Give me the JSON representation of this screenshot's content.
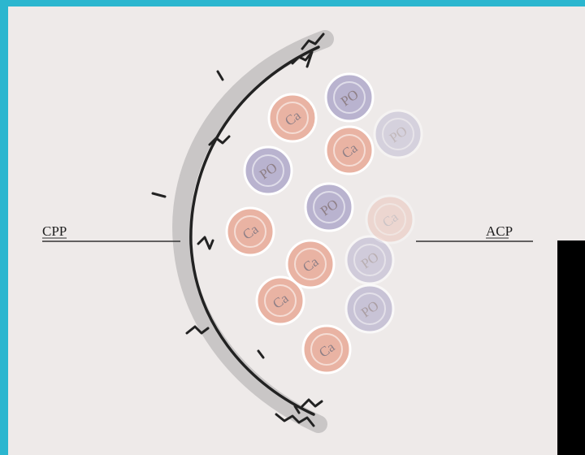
{
  "labels": {
    "left": "CPP",
    "right": "ACP"
  },
  "beads": [
    {
      "text": "Ca",
      "color": "#e9b3a3"
    },
    {
      "text": "PO",
      "color": "#b9b3cf"
    },
    {
      "text": "Ca",
      "color": "#e9b3a3"
    },
    {
      "text": "PO",
      "color": "#b9b3cf"
    },
    {
      "text": "PO",
      "color": "#b9b3cf"
    },
    {
      "text": "Ca",
      "color": "#e9b3a3"
    },
    {
      "text": "Ca",
      "color": "#e9b3a3"
    },
    {
      "text": "PO",
      "color": "#b9b3cf"
    },
    {
      "text": "Ca",
      "color": "#e9b3a3"
    },
    {
      "text": "PO",
      "color": "#b9b3cf"
    },
    {
      "text": "Ca",
      "color": "#e9b3a3"
    },
    {
      "text": "PO",
      "color": "#b9b3cf"
    },
    {
      "text": "Ca",
      "color": "#e9b3a3"
    }
  ],
  "colors": {
    "frame_border": "#2bb6cf",
    "background": "#eeeae9",
    "peptide_band": "#c9c6c6",
    "peptide_line": "#222222"
  }
}
